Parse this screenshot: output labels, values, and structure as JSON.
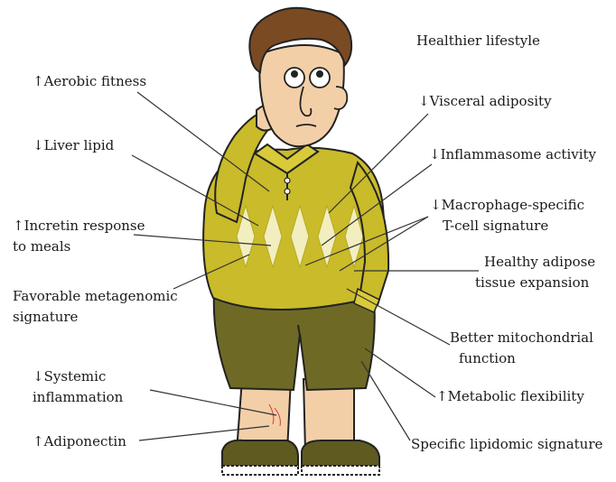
{
  "labels": {
    "healthier_lifestyle": "Healthier lifestyle",
    "aerobic_fitness": "↑Aerobic fitness",
    "visceral_adiposity": "↓Visceral adiposity",
    "liver_lipid": "↓Liver lipid",
    "inflammasome": "↓Inflammasome activity",
    "macrophage_line1": "↓Macrophage-specific",
    "macrophage_line2": "T-cell signature",
    "incretin_line1": "↑Incretin response",
    "incretin_line2": "to meals",
    "healthy_adipose_line1": "Healthy adipose",
    "healthy_adipose_line2": "tissue expansion",
    "metagenomic_line1": "Favorable metagenomic",
    "metagenomic_line2": "signature",
    "mito_line1": "Better mitochondrial",
    "mito_line2": "function",
    "systemic_line1": "↓Systemic",
    "systemic_line2": "inflammation",
    "metabolic_flex": "↑Metabolic flexibility",
    "adiponectin": "↑Adiponectin",
    "lipidomic": "Specific lipidomic signature"
  },
  "colors": {
    "sweater": "#c9bb2a",
    "sweater_dark": "#a99b1a",
    "diamond": "#f2eec0",
    "shorts": "#6e6a26",
    "skin": "#f3cfa8",
    "hair": "#7a4a22",
    "shoe": "#5e5a20",
    "line": "#333333"
  }
}
